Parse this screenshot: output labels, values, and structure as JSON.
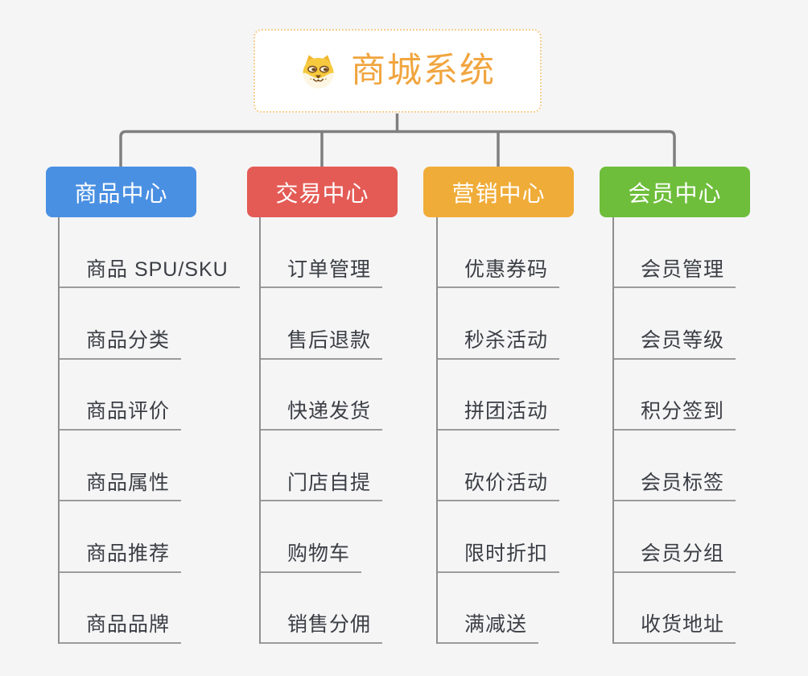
{
  "palette": {
    "background": "#f5f5f6",
    "connector_line": "#7f7f7f",
    "branch_trunk_line": "#8f8f8f",
    "leaf_underline": "#9b9b9b",
    "leaf_text": "#3b3e44",
    "root_background": "#ffffff",
    "root_border": "#f6cd8e",
    "root_text": "#f1a53f",
    "branch_text": "#ffffff"
  },
  "root": {
    "title": "商城系统",
    "icon": "dog-face-icon"
  },
  "branches": [
    {
      "label": "商品中心",
      "color": "#4a90e2",
      "children": [
        "商品 SPU/SKU",
        "商品分类",
        "商品评价",
        "商品属性",
        "商品推荐",
        "商品品牌"
      ]
    },
    {
      "label": "交易中心",
      "color": "#e45b55",
      "children": [
        "订单管理",
        "售后退款",
        "快递发货",
        "门店自提",
        "购物车",
        "销售分佣"
      ]
    },
    {
      "label": "营销中心",
      "color": "#f0ac38",
      "children": [
        "优惠券码",
        "秒杀活动",
        "拼团活动",
        "砍价活动",
        "限时折扣",
        "满减送"
      ]
    },
    {
      "label": "会员中心",
      "color": "#6ebe3b",
      "children": [
        "会员管理",
        "会员等级",
        "积分签到",
        "会员标签",
        "会员分组",
        "收货地址"
      ]
    }
  ]
}
